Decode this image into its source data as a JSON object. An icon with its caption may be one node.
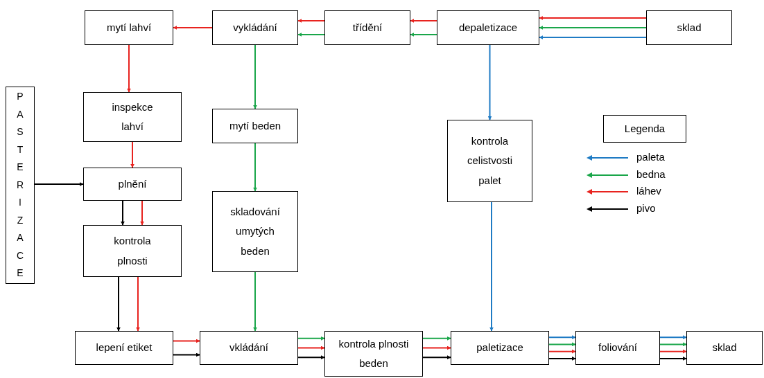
{
  "diagram": {
    "nodes": [
      {
        "text": [
          "mytí lahví"
        ]
      },
      {
        "text": [
          "vykládání"
        ]
      },
      {
        "text": [
          "třídění"
        ]
      },
      {
        "text": [
          "depaletizace"
        ]
      },
      {
        "text": [
          "sklad"
        ]
      },
      {
        "text": [
          "PASTERIZACE"
        ]
      },
      {
        "text": [
          "inspekce lahví"
        ]
      },
      {
        "text": [
          "mytí beden"
        ]
      },
      {
        "text": [
          "kontrola celistvosti palet"
        ]
      },
      {
        "text": [
          "Legenda"
        ]
      },
      {
        "text": [
          "plnění"
        ]
      },
      {
        "text": [
          "skladování umytých beden"
        ]
      },
      {
        "text": [
          "kontrola plnosti"
        ]
      },
      {
        "text": [
          "lepení etiket"
        ]
      },
      {
        "text": [
          "vkládání"
        ]
      },
      {
        "text": [
          "kontrola plnosti beden"
        ]
      },
      {
        "text": [
          "paletizace"
        ]
      },
      {
        "text": [
          "foliování"
        ]
      },
      {
        "text": [
          "sklad"
        ]
      }
    ],
    "edges": [
      {
        "from": 4,
        "to": 3,
        "arrow": "to",
        "color": "#e8231f"
      },
      {
        "from": 4,
        "to": 3,
        "arrow": "to",
        "color": "#1aa64a"
      },
      {
        "from": 4,
        "to": 3,
        "arrow": "to",
        "color": "#1f7bc4"
      },
      {
        "from": 3,
        "to": 2,
        "arrow": "to",
        "color": "#e8231f"
      },
      {
        "from": 3,
        "to": 2,
        "arrow": "to",
        "color": "#1aa64a"
      },
      {
        "from": 2,
        "to": 1,
        "arrow": "to",
        "color": "#e8231f"
      },
      {
        "from": 2,
        "to": 1,
        "arrow": "to",
        "color": "#1aa64a"
      },
      {
        "from": 1,
        "to": 0,
        "arrow": "to",
        "color": "#e8231f"
      },
      {
        "from": 0,
        "to": 6,
        "arrow": "to",
        "color": "#e8231f"
      },
      {
        "from": 6,
        "to": 10,
        "arrow": "to",
        "color": "#e8231f"
      },
      {
        "from": 5,
        "to": 10,
        "arrow": "to",
        "color": "#000000"
      },
      {
        "from": 10,
        "to": 12,
        "arrow": "to",
        "color": "#000000"
      },
      {
        "from": 10,
        "to": 12,
        "arrow": "to",
        "color": "#e8231f"
      },
      {
        "from": 12,
        "to": 13,
        "arrow": "to",
        "color": "#000000"
      },
      {
        "from": 12,
        "to": 13,
        "arrow": "to",
        "color": "#e8231f"
      },
      {
        "from": 13,
        "to": 14,
        "arrow": "to",
        "color": "#e8231f"
      },
      {
        "from": 13,
        "to": 14,
        "arrow": "to",
        "color": "#000000"
      },
      {
        "from": 1,
        "to": 7,
        "arrow": "to",
        "color": "#1aa64a"
      },
      {
        "from": 7,
        "to": 11,
        "arrow": "to",
        "color": "#1aa64a"
      },
      {
        "from": 11,
        "to": 14,
        "arrow": "to",
        "color": "#1aa64a"
      },
      {
        "from": 14,
        "to": 15,
        "arrow": "to",
        "color": "#1aa64a"
      },
      {
        "from": 14,
        "to": 15,
        "arrow": "to",
        "color": "#e8231f"
      },
      {
        "from": 14,
        "to": 15,
        "arrow": "to",
        "color": "#000000"
      },
      {
        "from": 15,
        "to": 16,
        "arrow": "to",
        "color": "#1aa64a"
      },
      {
        "from": 15,
        "to": 16,
        "arrow": "to",
        "color": "#e8231f"
      },
      {
        "from": 15,
        "to": 16,
        "arrow": "to",
        "color": "#000000"
      },
      {
        "from": 3,
        "to": 8,
        "arrow": "to",
        "color": "#1f7bc4"
      },
      {
        "from": 8,
        "to": 16,
        "arrow": "to",
        "color": "#1f7bc4"
      },
      {
        "from": 16,
        "to": 17,
        "arrow": "to",
        "color": "#1f7bc4"
      },
      {
        "from": 16,
        "to": 17,
        "arrow": "to",
        "color": "#1aa64a"
      },
      {
        "from": 16,
        "to": 17,
        "arrow": "to",
        "color": "#e8231f"
      },
      {
        "from": 16,
        "to": 17,
        "arrow": "to",
        "color": "#000000"
      },
      {
        "from": 17,
        "to": 18,
        "arrow": "to",
        "color": "#1f7bc4"
      },
      {
        "from": 17,
        "to": 18,
        "arrow": "to",
        "color": "#1aa64a"
      },
      {
        "from": 17,
        "to": 18,
        "arrow": "to",
        "color": "#e8231f"
      },
      {
        "from": 17,
        "to": 18,
        "arrow": "to",
        "color": "#000000"
      }
    ],
    "legend": [
      {
        "text": "paleta",
        "color": "#1f7bc4"
      },
      {
        "text": "bedna",
        "color": "#1aa64a"
      },
      {
        "text": "láhev",
        "color": "#e8231f"
      },
      {
        "text": "pivo",
        "color": "#000000"
      }
    ]
  }
}
